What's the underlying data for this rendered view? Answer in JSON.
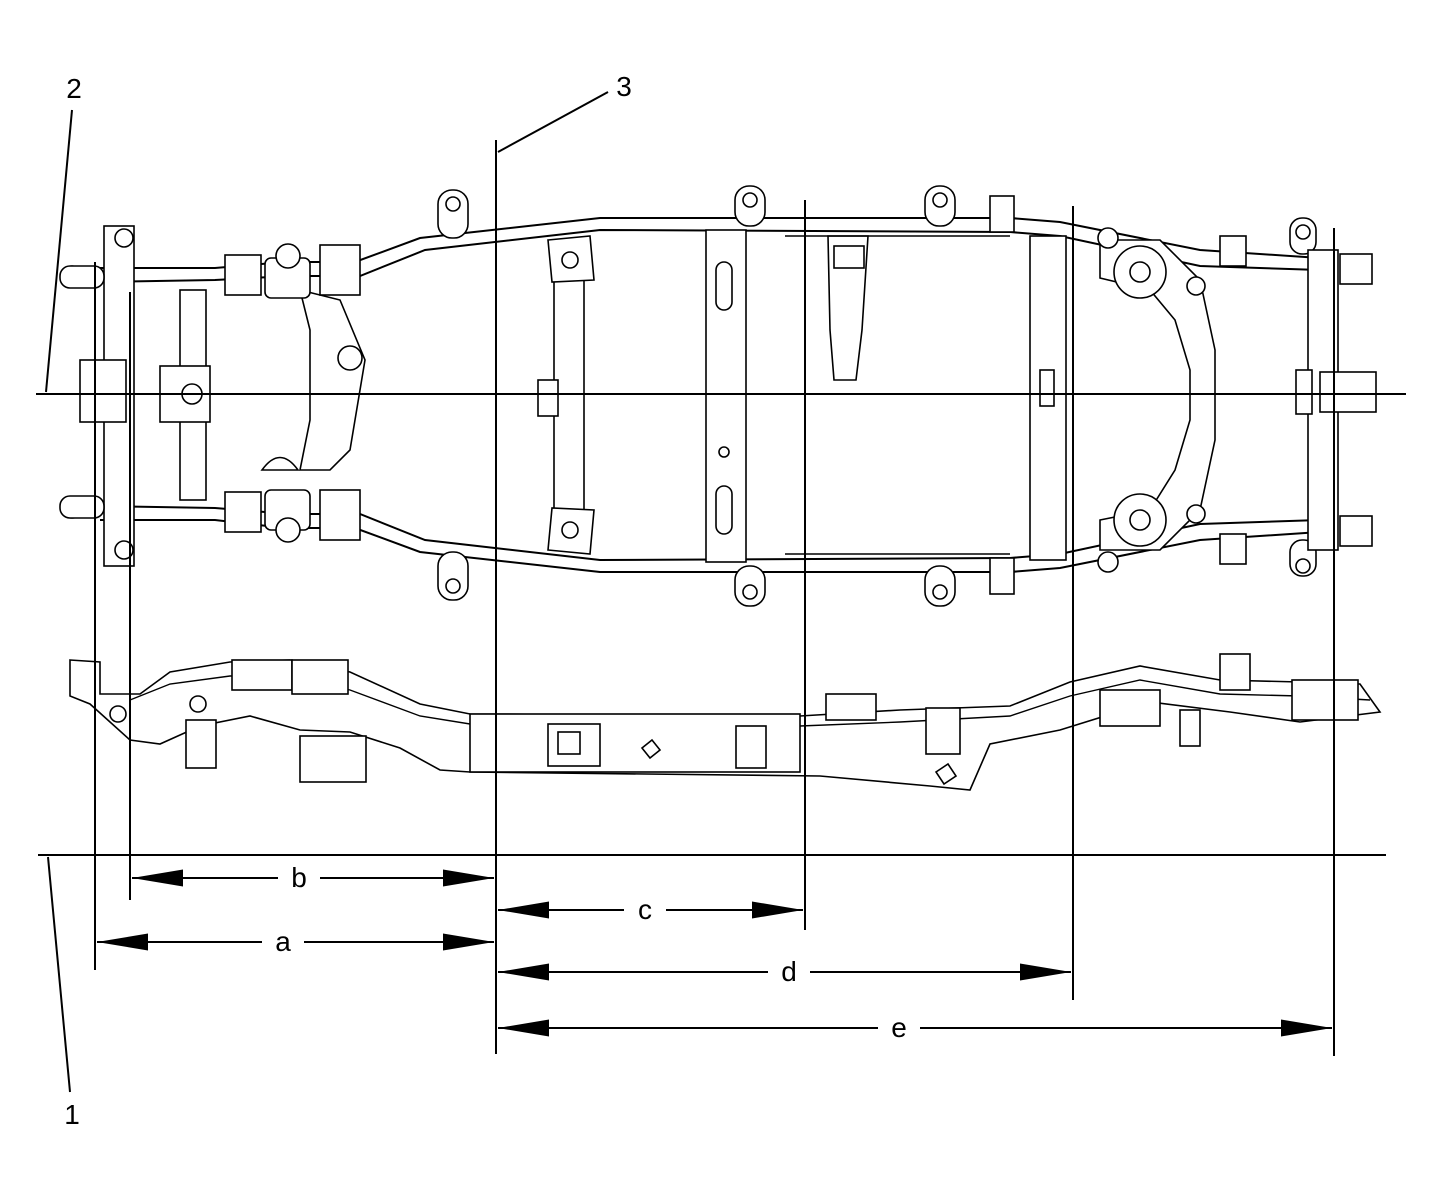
{
  "callouts": {
    "c1": "1",
    "c2": "2",
    "c3": "3"
  },
  "dimensions": {
    "a": "a",
    "b": "b",
    "c": "c",
    "d": "d",
    "e": "e"
  },
  "colors": {
    "ink": "#000000",
    "background": "#ffffff"
  }
}
